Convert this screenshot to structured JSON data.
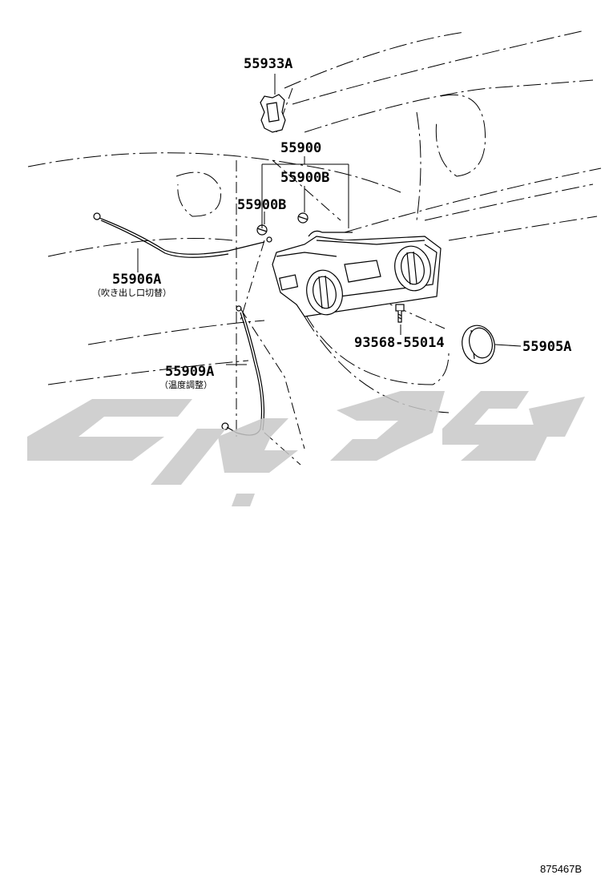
{
  "parts": {
    "clip": "55933A",
    "assembly": "55900",
    "screw_upper": "55900B",
    "screw_left": "55900B",
    "cable_vent": "55906A",
    "cable_vent_note": "（吹き出し口切替）",
    "cable_temp": "55909A",
    "cable_temp_note": "（温度調整）",
    "bolt": "93568-55014",
    "knob": "55905A"
  },
  "diagram_ref": "875467B",
  "watermark": {
    "color": "#c8c8c8",
    "icon": "brand-watermark"
  },
  "colors": {
    "line": "#000000",
    "background": "#ffffff"
  }
}
